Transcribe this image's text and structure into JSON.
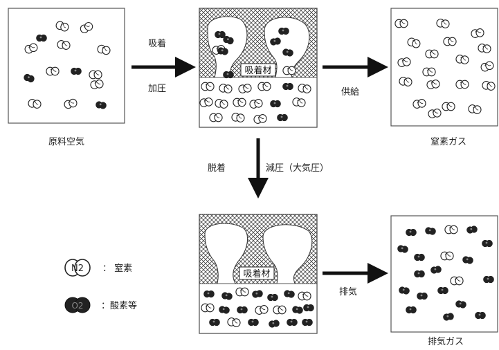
{
  "labels": {
    "adsorb": "吸着",
    "pressurize": "加圧",
    "supply": "供給",
    "desorb": "脱着",
    "depressurize": "減圧（大気圧）",
    "exhaust": "排気"
  },
  "captions": {
    "raw_air": "原料空気",
    "nitrogen_gas": "窒素ガス",
    "exhaust_gas": "排気ガス"
  },
  "adsorbent_label": "吸着材",
  "legend": {
    "n2_symbol": "N2",
    "o2_symbol": "O2",
    "n2_text": "： 窒素",
    "o2_text": "：酸素等"
  }
}
